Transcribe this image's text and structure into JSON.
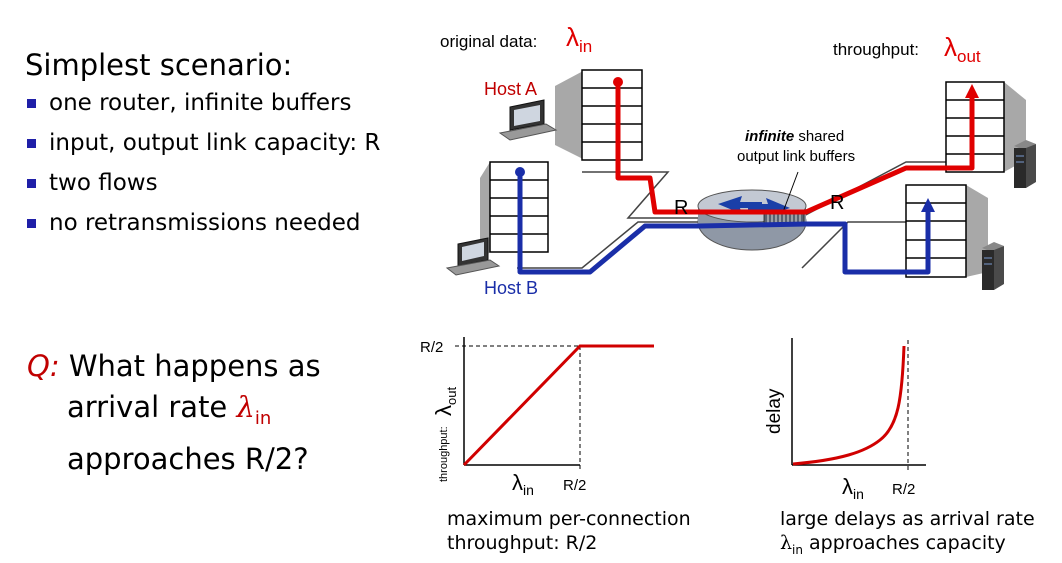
{
  "slide": {
    "heading": "Simplest scenario:",
    "bullets": [
      "one router, infinite buffers",
      "input, output link capacity: R",
      "two flows",
      "no retransmissions needed"
    ],
    "question": {
      "q_label": "Q:",
      "line1": "What happens as",
      "line2_pre": "arrival rate",
      "lambda": "λ",
      "sub_in": "in",
      "line3": "approaches R/2?"
    }
  },
  "diagram": {
    "original_data_label": "original data:",
    "throughput_label": "throughput:",
    "lambda": "λ",
    "sub_in": "in",
    "sub_out": "out",
    "host_a": "Host A",
    "host_b": "Host B",
    "buffer_bold": "infinite",
    "buffer_rest": " shared",
    "buffer_line2": "output link buffers",
    "link_r_left": "R",
    "link_r_right": "R",
    "colors": {
      "flow_a": "#e00000",
      "flow_b": "#1a2ea8",
      "label_red": "#c00000"
    }
  },
  "throughput_plot": {
    "y_tick": "R/2",
    "y_label_small": "throughput:",
    "y_label_lambda": "λ",
    "y_label_sub": "out",
    "x_label_lambda": "λ",
    "x_label_sub": "in",
    "x_tick": "R/2",
    "caption_line1": "maximum per-connection",
    "caption_line2": "throughput: R/2"
  },
  "delay_plot": {
    "y_label": "delay",
    "x_label_lambda": "λ",
    "x_label_sub": "in",
    "x_tick": "R/2",
    "caption_line1": "large delays as arrival rate",
    "caption_line2_lambda": "λ",
    "caption_line2_sub": "in",
    "caption_line2_rest": " approaches capacity"
  }
}
